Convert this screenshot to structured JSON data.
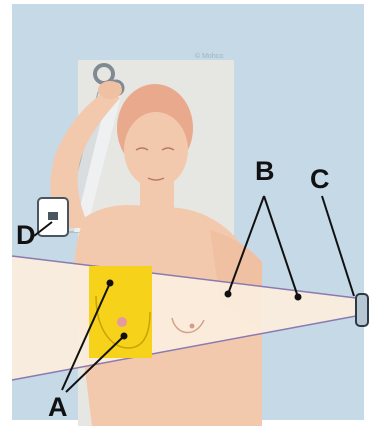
{
  "watermark": "© Mohco",
  "labels": {
    "a": "A",
    "b": "B",
    "c": "C",
    "d": "D"
  },
  "colors": {
    "background": "#c6d9e7",
    "table": "#e6e7e2",
    "skin": "#f3c9ad",
    "beam": "#fbeedd",
    "treatment_field": "#f6d21a",
    "beam_edge": "#8a7ab0"
  }
}
